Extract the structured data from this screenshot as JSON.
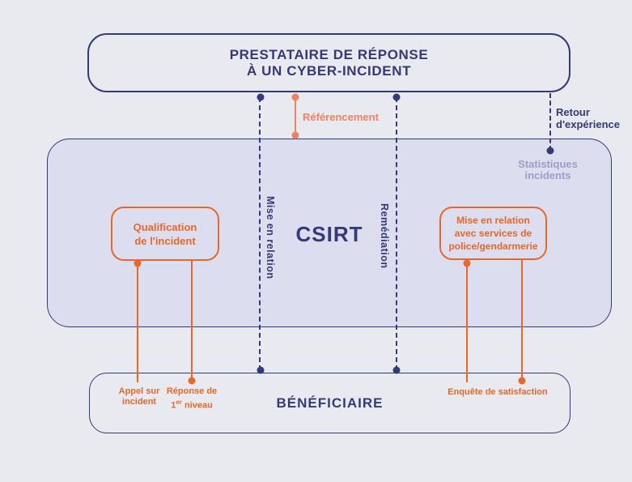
{
  "colors": {
    "background": "#e9e9f0",
    "navy": "#343a78",
    "orange": "#e8682a",
    "salmon": "#ef8265",
    "muted_purple": "#9aa0c8",
    "csirt_fill": "#dcddee"
  },
  "boxes": {
    "prestataire": {
      "label_line1": "PRESTATAIRE DE RÉPONSE",
      "label_line2": "À UN CYBER-INCIDENT"
    },
    "csirt": {
      "label": "CSIRT"
    },
    "beneficiaire": {
      "label": "BÉNÉFICIAIRE"
    },
    "qualification": {
      "line1": "Qualification",
      "line2": "de l'incident"
    },
    "police": {
      "line1": "Mise en relation",
      "line2": "avec services de",
      "line3": "police/gendarmerie"
    }
  },
  "connectors": {
    "referencement": {
      "label": "Référencement"
    },
    "retour_experience": {
      "line1": "Retour",
      "line2": "d'expérience"
    },
    "statistiques": {
      "line1": "Statistiques",
      "line2": "incidents"
    },
    "mise_en_relation": {
      "label": "Mise en relation"
    },
    "remediation": {
      "label": "Remédiation"
    },
    "appel": {
      "line1": "Appel sur",
      "line2": "incident"
    },
    "reponse": {
      "line1": "Réponse de",
      "line2_prefix": "1",
      "line2_sup": "er",
      "line2_suffix": " niveau"
    },
    "enquete": {
      "label": "Enquête de satisfaction"
    }
  }
}
